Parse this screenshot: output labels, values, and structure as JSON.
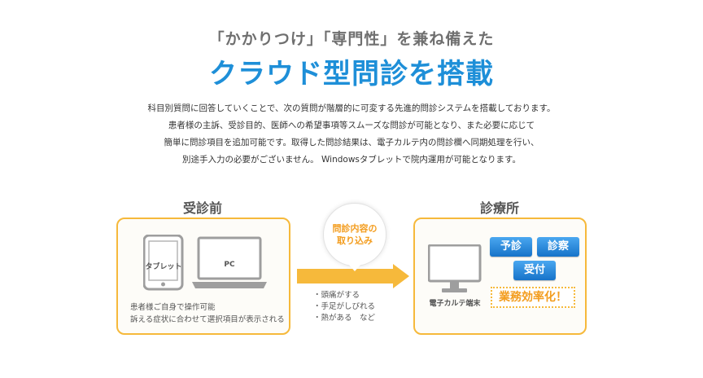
{
  "header": {
    "subtitle": "「かかりつけ」「専門性」を兼ね備えた",
    "title": "クラウド型問診を搭載"
  },
  "description": {
    "line1": "科目別質問に回答していくことで、次の質問が階層的に可変する先進的問診システムを搭載しております。",
    "line2": "患者様の主訴、受診目的、医師への希望事項等スムーズな問診が可能となり、また必要に応じて",
    "line3": "簡単に問診項目を追加可能です。取得した問診結果は、電子カルテ内の問診欄へ同期処理を行い、",
    "line4": "別途手入力の必要がございません。 Windowsタブレットで院内運用が可能となります。"
  },
  "before": {
    "heading": "受診前",
    "tablet_label": "タブレット",
    "pc_label": "PC",
    "note1": "患者様ご自身で操作可能",
    "note2": "訴える症状に合わせて選択項目が表示される"
  },
  "flow": {
    "bubble_text": "問診内容の\n取り込み",
    "items": [
      "・頭痛がする",
      "・手足がしびれる",
      "・熱がある　など"
    ]
  },
  "clinic": {
    "heading": "診療所",
    "terminal_label": "電子カルテ端末",
    "buttons": [
      "予診",
      "診察",
      "受付"
    ],
    "efficiency": "業務効率化！"
  },
  "colors": {
    "accent_blue": "#1e8fd8",
    "orange": "#f6b93b",
    "orange_text": "#f39d1f"
  }
}
